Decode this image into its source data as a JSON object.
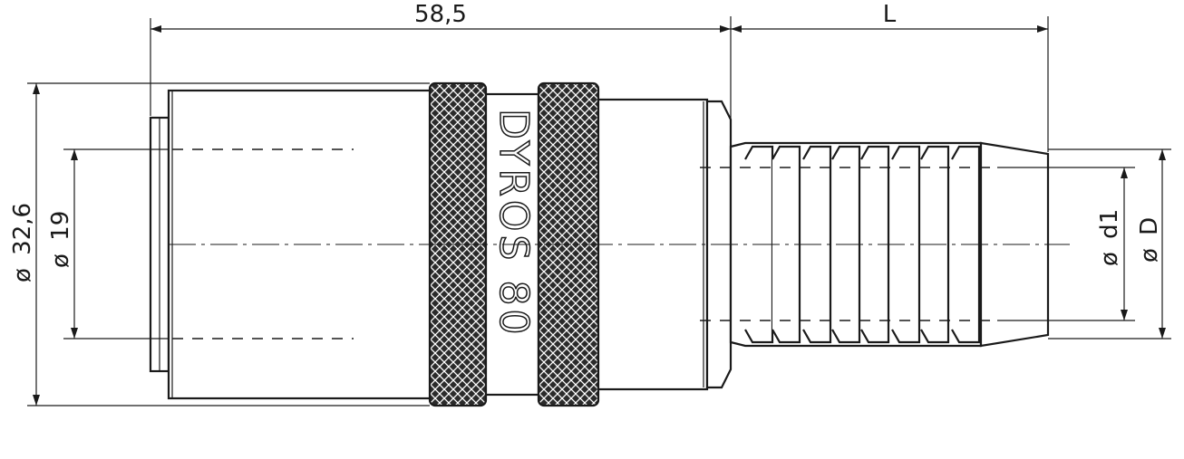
{
  "dimensions": {
    "body_length": "58,5",
    "hose_length": "L",
    "outer_diameter": "32,6",
    "inner_diameter": "19",
    "hose_inner_diameter": "d1",
    "hose_outer_diameter": "D",
    "diameter_symbol": "ø"
  },
  "brand": {
    "name": "DYROS 80"
  }
}
